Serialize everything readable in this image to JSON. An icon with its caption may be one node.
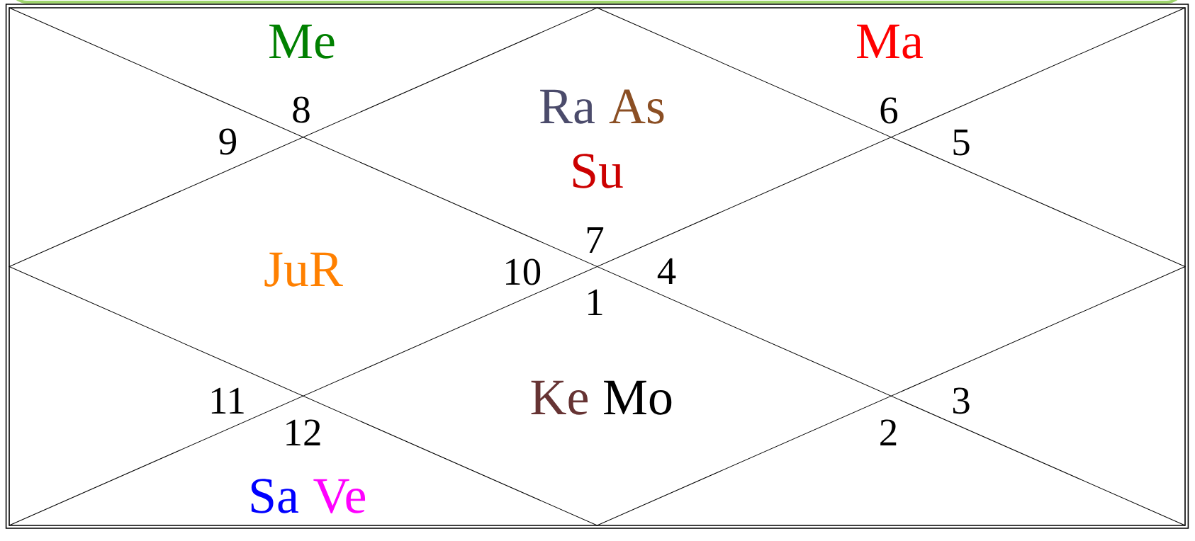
{
  "diagram": {
    "labels": [
      "Me",
      "Ma",
      "8",
      "Ra",
      "As",
      "6",
      "9",
      "5",
      "Su",
      "7",
      "JuR",
      "10",
      "4",
      "1",
      "11",
      "Ke",
      "Mo",
      "3",
      "12",
      "2",
      "Sa",
      "Ve"
    ]
  }
}
